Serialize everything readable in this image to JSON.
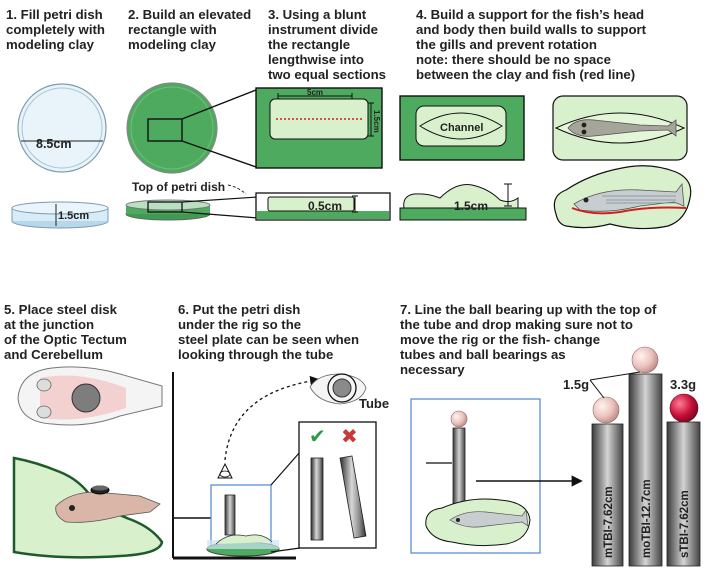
{
  "steps": [
    {
      "text": "1. Fill petri dish\ncompletely with\nmodeling clay"
    },
    {
      "text": "2. Build an elevated\nrectangle with\nmodeling clay"
    },
    {
      "text": "3. Using a blunt\ninstrument divide\nthe rectangle\nlengthwise into\ntwo equal sections"
    },
    {
      "text": "4. Build a support for the fish’s head\nand body then build walls to support\nthe gills and prevent rotation\nnote: there should be no space\nbetween the clay and fish (red line)"
    },
    {
      "text": "5. Place steel disk\nat the junction\nof the Optic Tectum\nand Cerebellum"
    },
    {
      "text": "6. Put the petri dish\nunder the rig so the\nsteel plate can be seen when\nlooking through the tube"
    },
    {
      "text": "7. Line the ball bearing up with the top of\nthe tube and drop making sure not to\nmove the rig or the fish- change\ntubes and ball bearings as\nnecessary"
    }
  ],
  "labels": {
    "dish_diameter": "8.5cm",
    "dish_height": "1.5cm",
    "top_of_dish": "Top of petri dish",
    "rect_width": "5cm",
    "rect_height": "1.5cm",
    "rect_elevation": "0.5cm",
    "channel": "Channel",
    "support_height": "1.5cm",
    "tube": "Tube",
    "check_mark": "✔",
    "cross_mark": "✖",
    "ball_light_mass": "1.5g",
    "ball_heavy_mass": "3.3g",
    "tube_short": "mTBI-7.62cm",
    "tube_tall": "moTBI-12.7cm",
    "tube_red": "sTBI-7.62cm"
  },
  "colors": {
    "clay_green": "#4daa5f",
    "light_green": "#d8f0cc",
    "fish_red_line": "#d02020",
    "ball_pink": "#ecc1bd",
    "ball_red": "#c8103a",
    "box_blue": "#5b8fd4",
    "check_green": "#2e9a48",
    "cross_red": "#c83a3a",
    "dish_blue": "#cfe6f3"
  }
}
